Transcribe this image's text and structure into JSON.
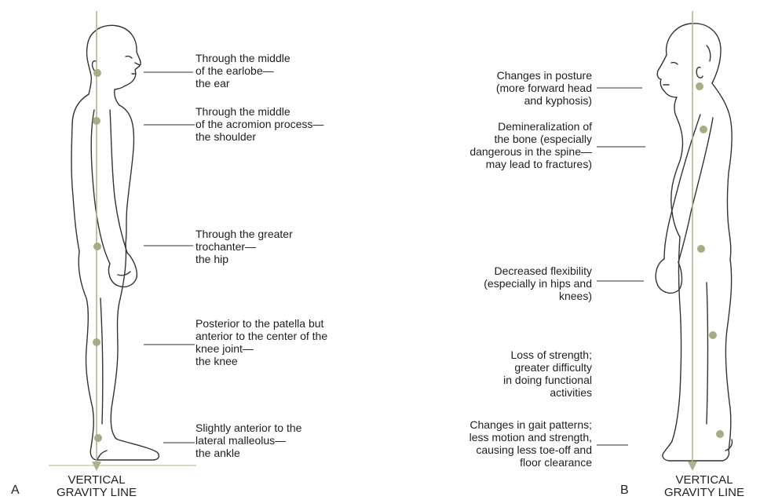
{
  "panel_a": {
    "letter": "A",
    "gravity_line": [
      "VERTICAL",
      "GRAVITY LINE"
    ],
    "labels": [
      {
        "lines": [
          "Through the middle",
          "of the earlobe—",
          "the ear"
        ]
      },
      {
        "lines": [
          "Through the middle",
          "of the acromion process—",
          "the shoulder"
        ]
      },
      {
        "lines": [
          "Through the greater",
          "trochanter—",
          "the hip"
        ]
      },
      {
        "lines": [
          "Posterior to the patella but",
          "anterior to the center of the",
          "knee joint—",
          "the knee"
        ]
      },
      {
        "lines": [
          "Slightly anterior to the",
          "lateral malleolus—",
          "the ankle"
        ]
      }
    ]
  },
  "panel_b": {
    "letter": "B",
    "gravity_line": [
      "VERTICAL",
      "GRAVITY LINE"
    ],
    "labels": [
      {
        "lines": [
          "Changes in posture",
          "(more forward head",
          "and kyphosis)"
        ]
      },
      {
        "lines": [
          "Demineralization of",
          "the bone (especially",
          "dangerous in the spine—",
          "may lead to fractures)"
        ]
      },
      {
        "lines": [
          "Decreased flexibility",
          "(especially in hips and",
          "knees)"
        ]
      },
      {
        "lines": [
          "Loss of strength;",
          "greater difficulty",
          "in doing functional",
          "activities"
        ]
      },
      {
        "lines": [
          "Changes in gait patterns;",
          "less motion and strength,",
          "causing less toe-off and",
          "floor clearance"
        ]
      }
    ]
  },
  "colors": {
    "gravity_line": "#a8b48a",
    "point": "#a3ae82",
    "outline": "#333333",
    "leader": "#333333"
  }
}
